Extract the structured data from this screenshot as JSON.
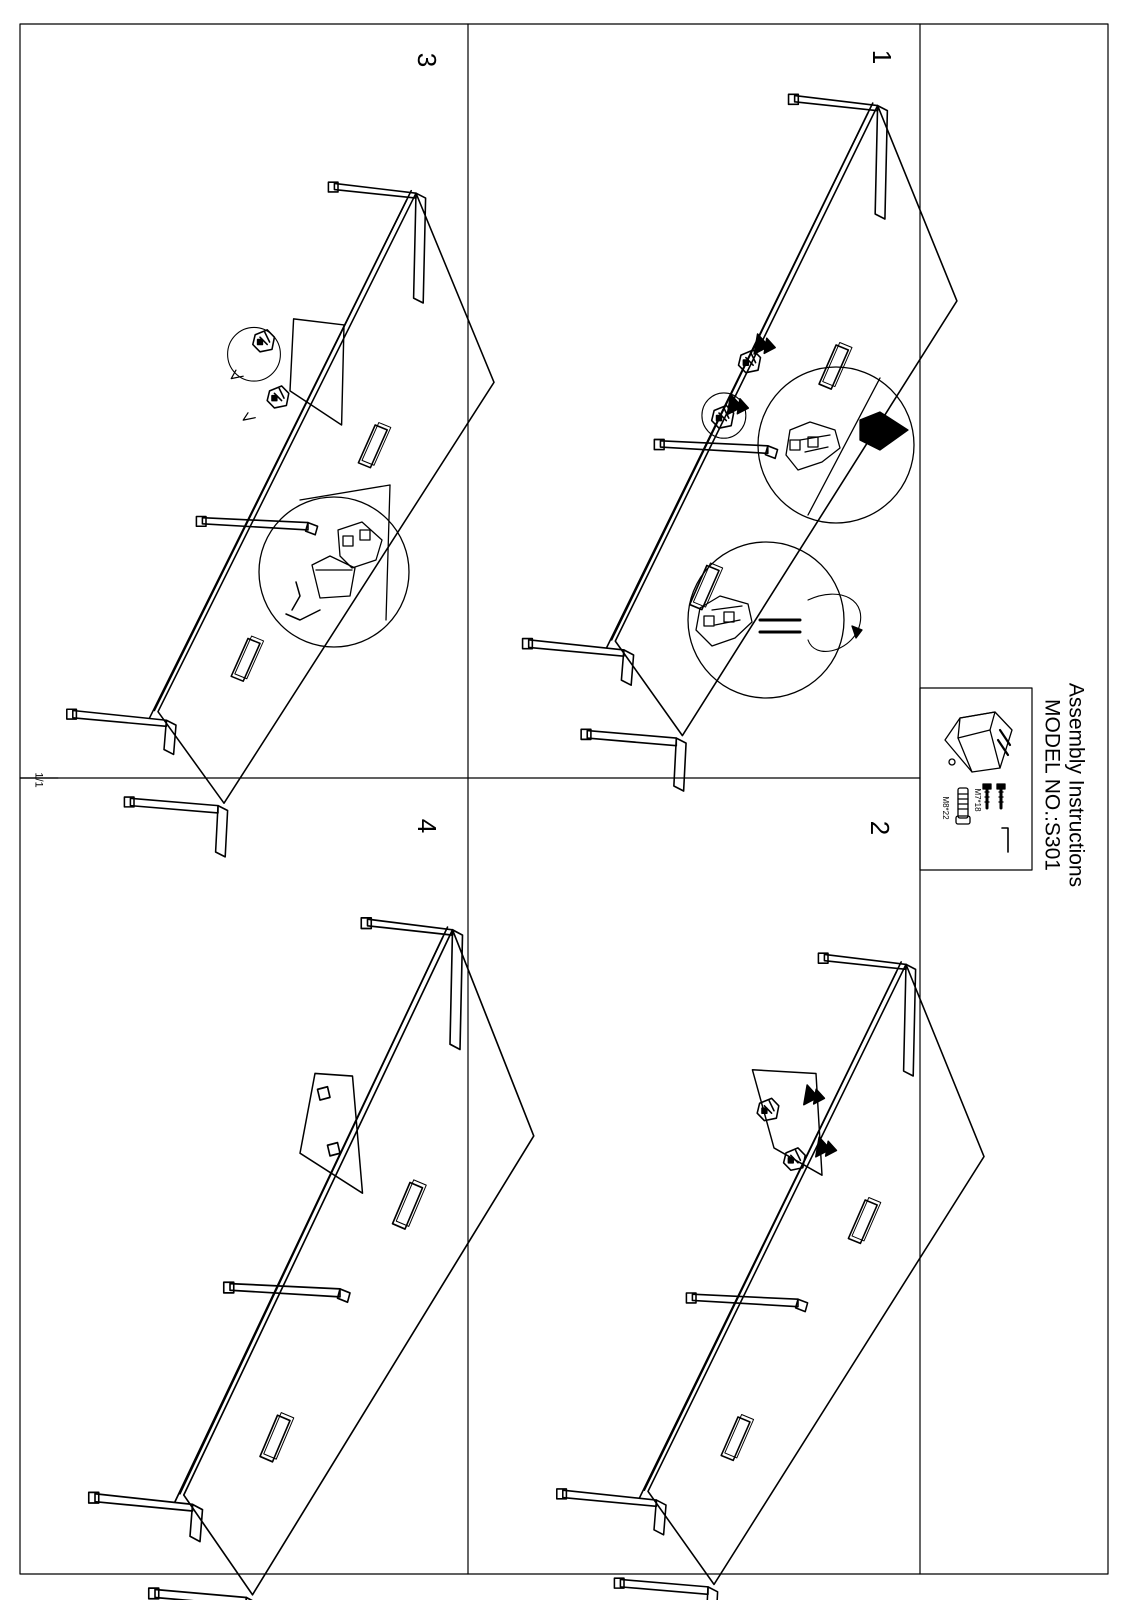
{
  "header": {
    "title": "Assembly Instructions",
    "model": "MODEL NO.:S301"
  },
  "parts": [
    {
      "label": "M7*18",
      "icon": "screw-icon"
    },
    {
      "label": "M8*22",
      "icon": "bolt-icon"
    },
    {
      "label": "",
      "icon": "allen-key-icon"
    },
    {
      "label": "",
      "icon": "bracket-icon"
    }
  ],
  "steps": [
    {
      "number": "1"
    },
    {
      "number": "2"
    },
    {
      "number": "3"
    },
    {
      "number": "4"
    }
  ],
  "footer": {
    "page": "1/1"
  }
}
